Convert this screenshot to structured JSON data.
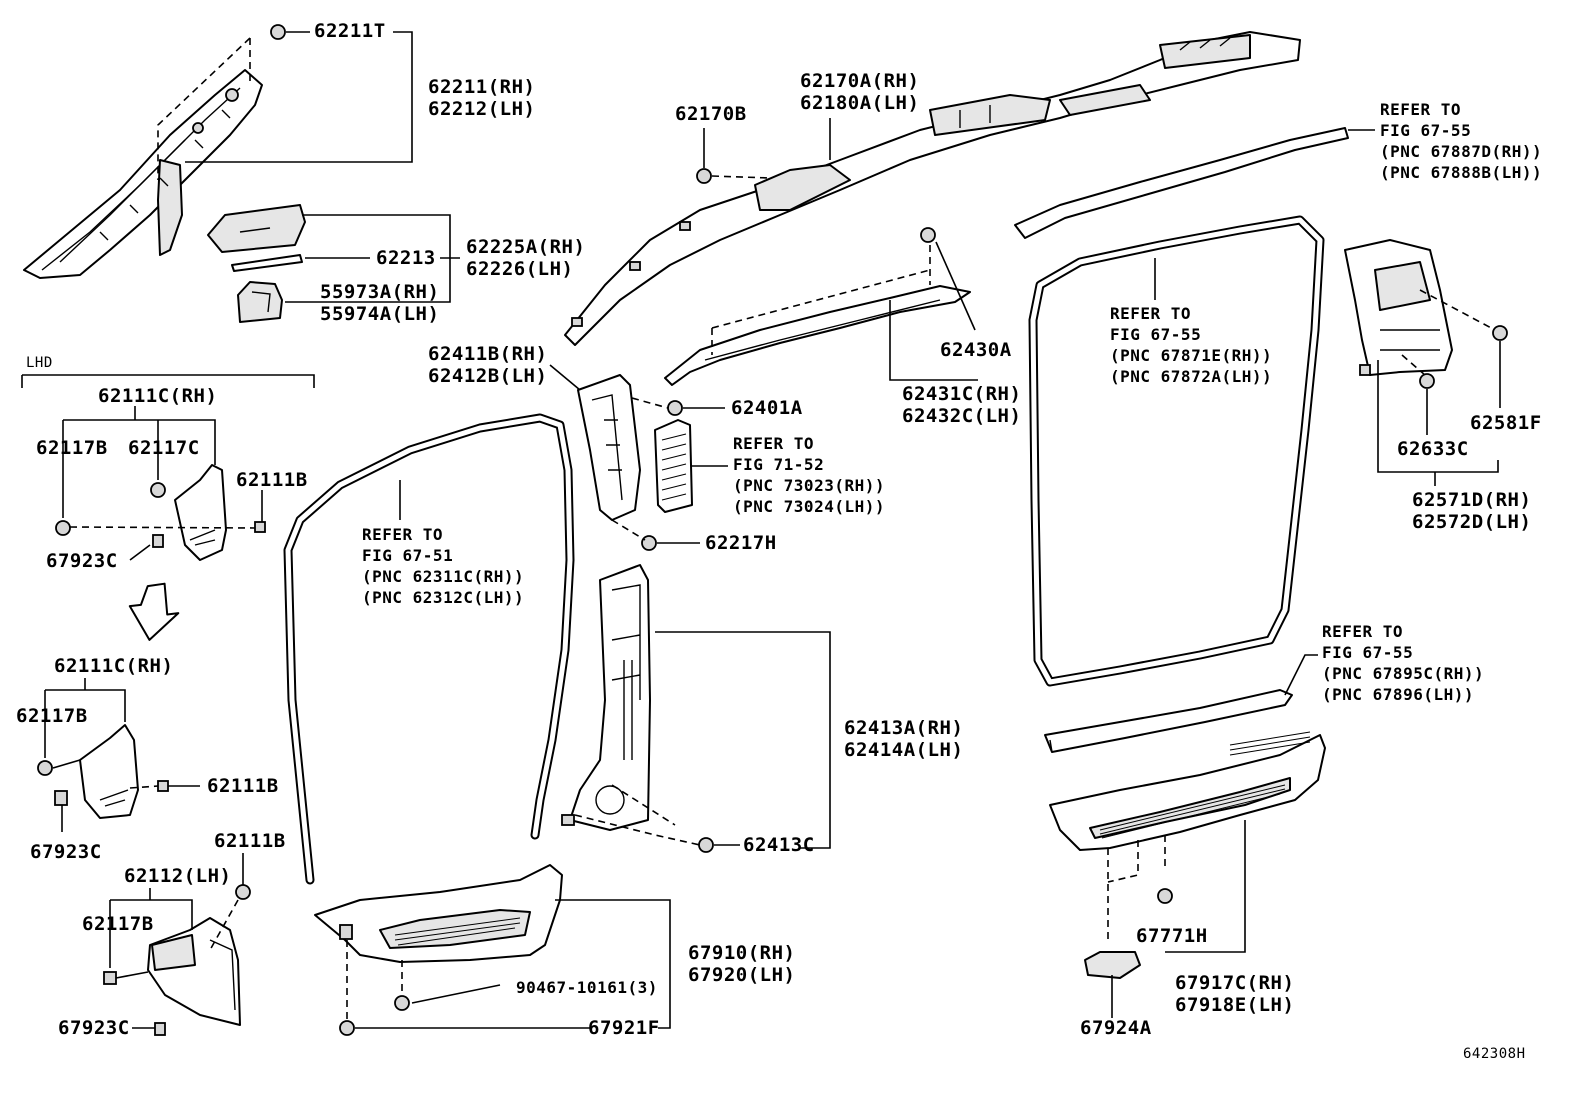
{
  "diagram_id": "642308H",
  "lhd_label": "LHD",
  "labels": {
    "p62211T": "62211T",
    "p62211_62212": [
      "62211(RH)",
      "62212(LH)"
    ],
    "p62213": "62213",
    "p62225A_62226": [
      "62225A(RH)",
      "62226(LH)"
    ],
    "p55973A_55974A": [
      "55973A(RH)",
      "55974A(LH)"
    ],
    "p62170B": "62170B",
    "p62170A_62180A": [
      "62170A(RH)",
      "62180A(LH)"
    ],
    "ref_67_55_top": [
      "REFER TO",
      "FIG 67-55",
      "(PNC 67887D(RH))",
      "(PNC 67888B(LH))"
    ],
    "p62430A": "62430A",
    "p62431C_62432C": [
      "62431C(RH)",
      "62432C(LH)"
    ],
    "ref_67_55_door": [
      "REFER TO",
      "FIG 67-55",
      "(PNC 67871E(RH))",
      "(PNC 67872A(LH))"
    ],
    "p62581F": "62581F",
    "p62633C": "62633C",
    "p62571D_62572D": [
      "62571D(RH)",
      "62572D(LH)"
    ],
    "lhd_62111C_1": "62111C(RH)",
    "lhd_62117B_1": "62117B",
    "lhd_62117C": "62117C",
    "lhd_62111B_1": "62111B",
    "lhd_67923C_1": "67923C",
    "p62411B_62412B": [
      "62411B(RH)",
      "62412B(LH)"
    ],
    "p62401A": "62401A",
    "ref_71_52": [
      "REFER TO",
      "FIG 71-52",
      "(PNC 73023(RH))",
      "(PNC 73024(LH))"
    ],
    "p62217H": "62217H",
    "ref_67_51": [
      "REFER TO",
      "FIG 67-51",
      "(PNC 62311C(RH))",
      "(PNC 62312C(LH))"
    ],
    "lhd_62111C_2": "62111C(RH)",
    "lhd_62117B_2": "62117B",
    "lhd_62111B_2": "62111B",
    "lhd_67923C_2": "67923C",
    "p62413A_62414A": [
      "62413A(RH)",
      "62414A(LH)"
    ],
    "p62413C": "62413C",
    "ref_67_55_sill": [
      "REFER TO",
      "FIG 67-55",
      "(PNC 67895C(RH))",
      "(PNC 67896(LH))"
    ],
    "lhd_62111B_3": "62111B",
    "lhd_62112": "62112(LH)",
    "lhd_62117B_3": "62117B",
    "lhd_67923C_3": "67923C",
    "p67910_67920": [
      "67910(RH)",
      "67920(LH)"
    ],
    "p90467": "90467-10161(3)",
    "p67921F": "67921F",
    "p67771H": "67771H",
    "p67917C_67918E": [
      "67917C(RH)",
      "67918E(LH)"
    ],
    "p67924A": "67924A"
  }
}
